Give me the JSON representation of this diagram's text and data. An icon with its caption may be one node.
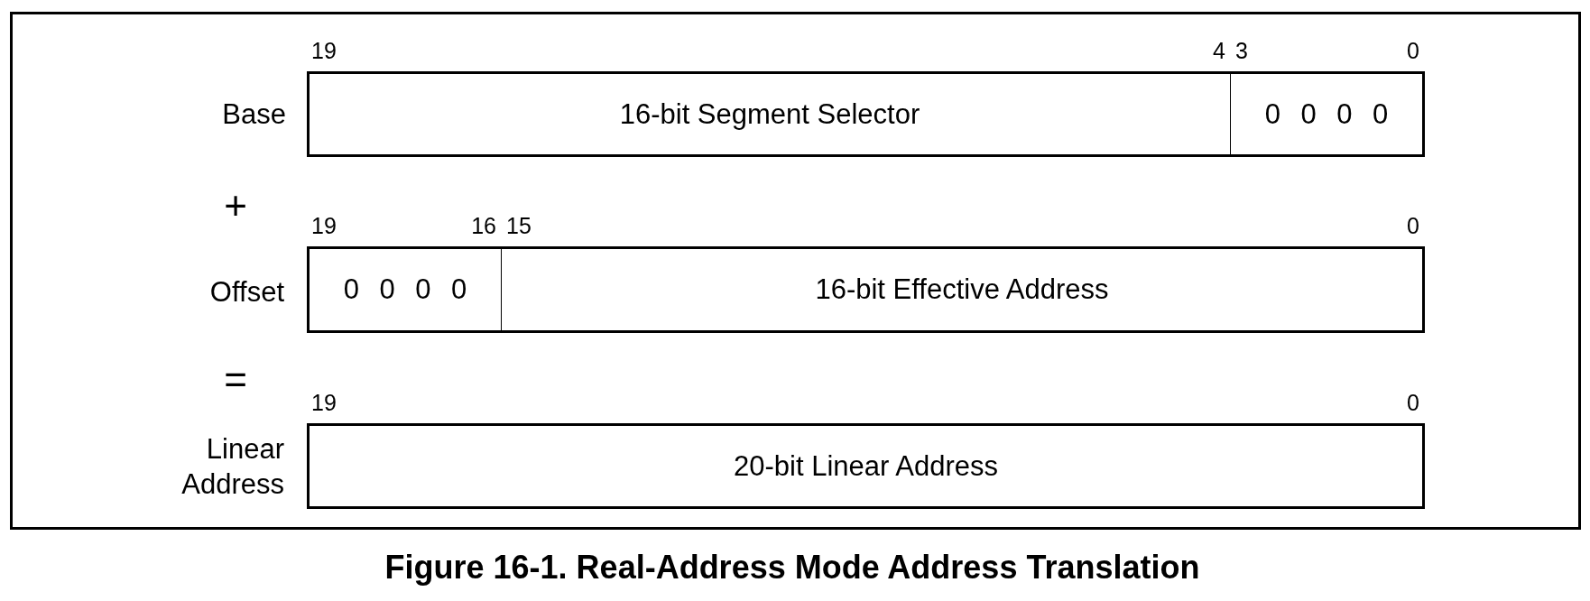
{
  "diagram": {
    "caption": "Figure 16-1. Real-Address Mode Address Translation",
    "nodes": [
      {
        "text": [
          "16-bit Segment Selector"
        ],
        "beside": [
          "19",
          "4"
        ]
      },
      {
        "text": [
          "0 0 0 0"
        ],
        "beside": [
          "3",
          "0"
        ]
      },
      {
        "text": [
          "0 0 0 0"
        ],
        "beside": [
          "19",
          "16"
        ]
      },
      {
        "text": [
          "16-bit Effective Address"
        ],
        "beside": [
          "15",
          "0"
        ]
      },
      {
        "text": [
          "20-bit Linear Address"
        ],
        "beside": [
          "19",
          "0"
        ]
      }
    ],
    "labels": [
      "Base",
      "+",
      "Offset",
      "=",
      "Linear Address"
    ]
  }
}
